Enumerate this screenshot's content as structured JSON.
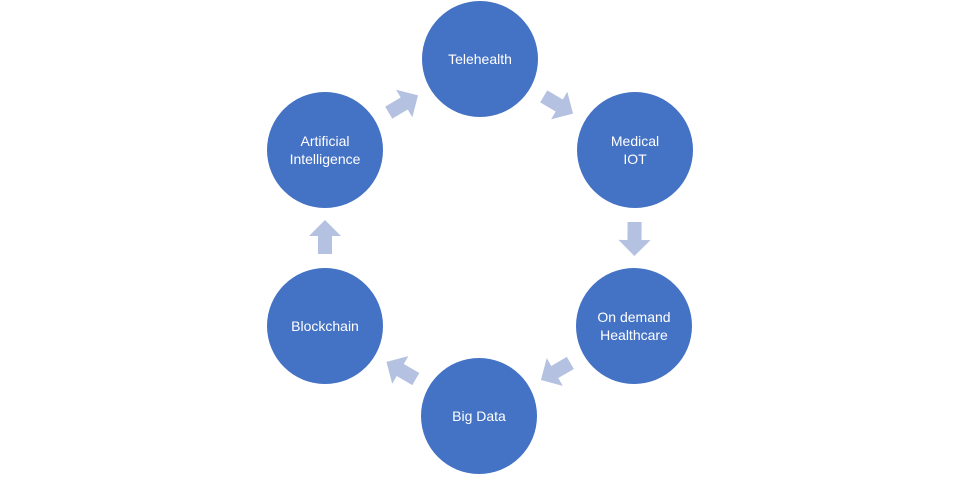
{
  "diagram": {
    "type": "cycle",
    "colors": {
      "node": "#4472C4",
      "arrow": "#B4C1E1",
      "text": "#FFFFFF"
    },
    "nodes": [
      {
        "id": "telehealth",
        "lines": [
          "Telehealth"
        ]
      },
      {
        "id": "medical-iot",
        "lines": [
          "Medical",
          "IOT"
        ]
      },
      {
        "id": "on-demand-healthcare",
        "lines": [
          "On demand",
          "Healthcare"
        ]
      },
      {
        "id": "big-data",
        "lines": [
          "Big Data"
        ]
      },
      {
        "id": "blockchain",
        "lines": [
          "Blockchain"
        ]
      },
      {
        "id": "artificial-intelligence",
        "lines": [
          "Artificial",
          "Intelligence"
        ]
      }
    ],
    "edges": [
      {
        "from": "telehealth",
        "to": "medical-iot"
      },
      {
        "from": "medical-iot",
        "to": "on-demand-healthcare"
      },
      {
        "from": "on-demand-healthcare",
        "to": "big-data"
      },
      {
        "from": "big-data",
        "to": "blockchain"
      },
      {
        "from": "blockchain",
        "to": "artificial-intelligence"
      },
      {
        "from": "artificial-intelligence",
        "to": "telehealth"
      }
    ]
  }
}
